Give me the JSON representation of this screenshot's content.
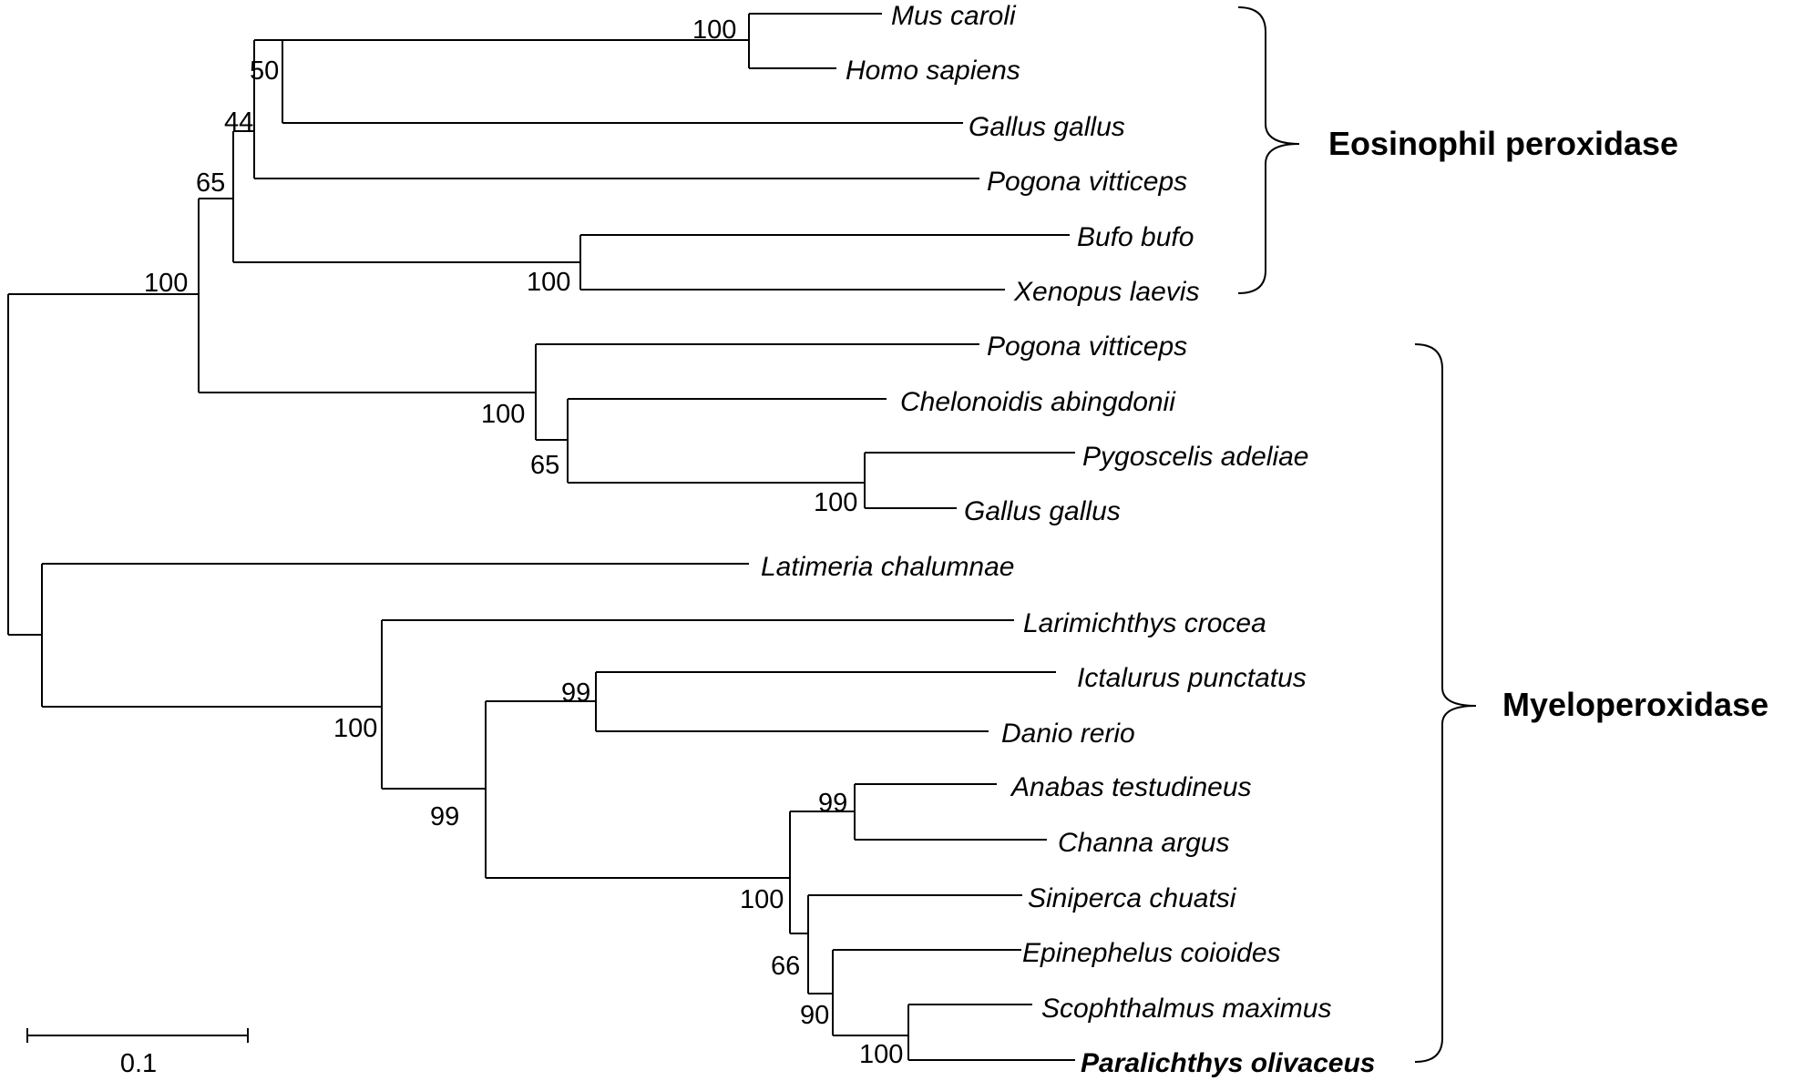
{
  "taxa": [
    {
      "label": "Mus caroli"
    },
    {
      "label": "Homo sapiens"
    },
    {
      "label": "Gallus gallus"
    },
    {
      "label": "Pogona vitticeps"
    },
    {
      "label": "Bufo bufo"
    },
    {
      "label": "Xenopus laevis"
    },
    {
      "label": "Pogona vitticeps"
    },
    {
      "label": "Chelonoidis abingdonii"
    },
    {
      "label": "Pygoscelis adeliae"
    },
    {
      "label": "Gallus gallus"
    },
    {
      "label": "Latimeria chalumnae"
    },
    {
      "label": "Larimichthys crocea"
    },
    {
      "label": "Ictalurus punctatus"
    },
    {
      "label": "Danio rerio"
    },
    {
      "label": "Anabas testudineus"
    },
    {
      "label": "Channa argus"
    },
    {
      "label": "Siniperca chuatsi"
    },
    {
      "label": "Epinephelus coioides"
    },
    {
      "label": "Scophthalmus maximus"
    },
    {
      "label": "Paralichthys olivaceus",
      "highlight": true
    }
  ],
  "bootstrap": [
    "100",
    "50",
    "44",
    "65",
    "100",
    "100",
    "100",
    "65",
    "100",
    "100",
    "99",
    "99",
    "99",
    "100",
    "66",
    "90",
    "100"
  ],
  "groups": [
    {
      "label": "Eosinophil peroxidase"
    },
    {
      "label": "Myeloperoxidase"
    }
  ],
  "scale_bar": {
    "label": "0.1"
  }
}
